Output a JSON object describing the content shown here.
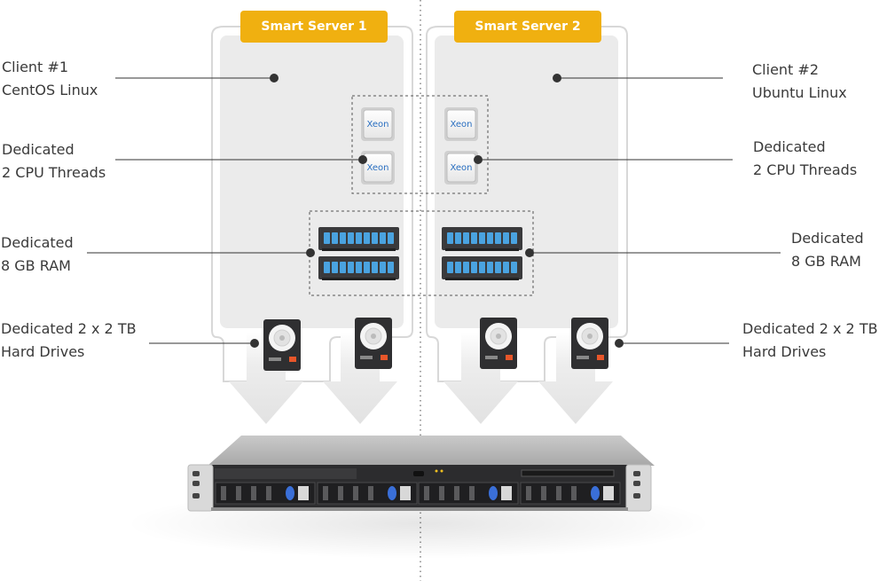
{
  "servers": [
    {
      "badge": "Smart Server 1"
    },
    {
      "badge": "Smart Server 2"
    }
  ],
  "cpu_chip_label": "Xeon",
  "labels_left": [
    {
      "line1": "Client #1",
      "line2": "CentOS Linux"
    },
    {
      "line1": "Dedicated",
      "line2": "2 CPU Threads"
    },
    {
      "line1": "Dedicated",
      "line2": "8 GB RAM"
    },
    {
      "line1": "Dedicated 2 x 2 TB",
      "line2": "Hard Drives"
    }
  ],
  "labels_right": [
    {
      "line1": "Client #2",
      "line2": "Ubuntu Linux"
    },
    {
      "line1": "Dedicated",
      "line2": "2 CPU Threads"
    },
    {
      "line1": "Dedicated",
      "line2": "8 GB RAM"
    },
    {
      "line1": "Dedicated 2 x 2 TB",
      "line2": "Hard Drives"
    }
  ],
  "colors": {
    "badge": "#f0b010",
    "panel": "#ebebeb",
    "chip_text": "#2a6fc1",
    "ram_cells": "#4aa3e0",
    "drive_led": "#e8562a",
    "rack_knob": "#3a6fd8"
  },
  "icons": [
    "xeon-cpu-chip-icon",
    "ram-module-icon",
    "hard-drive-icon",
    "down-arrow-icon",
    "rack-server-icon"
  ]
}
